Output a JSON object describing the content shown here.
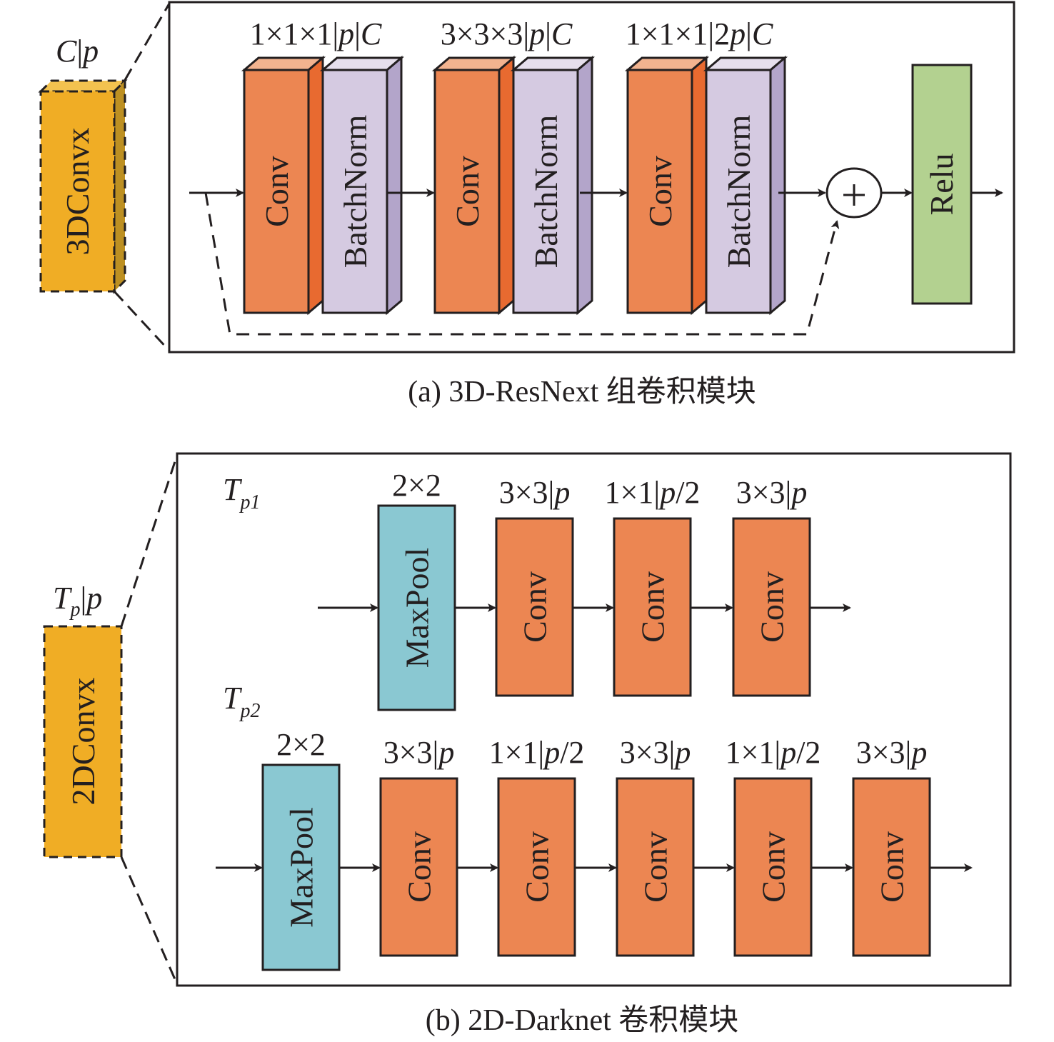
{
  "colors": {
    "stroke": "#231f20",
    "conv_front": "#ec8652",
    "conv_side": "#e86a30",
    "conv_top": "#f2b38f",
    "bn_front": "#d5cae1",
    "bn_side": "#b3a5ca",
    "bn_top": "#e6dfec",
    "relu": "#b3d190",
    "maxpool": "#8ac8d2",
    "convx": "#f0ad25",
    "convx_side": "#bd9022",
    "convx_top": "#f3c24f"
  },
  "panel_a": {
    "module_label": "3DConvx",
    "module_param": {
      "pre": "C",
      "sep": "|",
      "var": "p"
    },
    "groups": [
      {
        "label_parts": [
          "1×1×1|",
          "p",
          "|",
          "C"
        ],
        "conv": "Conv",
        "bn": "BatchNorm"
      },
      {
        "label_parts": [
          "3×3×3|",
          "p",
          "|",
          "C"
        ],
        "conv": "Conv",
        "bn": "BatchNorm"
      },
      {
        "label_parts": [
          "1×1×1|2",
          "p",
          "|",
          "C"
        ],
        "conv": "Conv",
        "bn": "BatchNorm"
      }
    ],
    "add_symbol": "+",
    "relu": "Relu",
    "caption": "(a) 3D-ResNext 组卷积模块"
  },
  "panel_b": {
    "module_label": "2DConvx",
    "module_param": {
      "T": "T",
      "sub": "p",
      "sep": "|",
      "var": "p"
    },
    "rows": [
      {
        "name": {
          "T": "T",
          "sub": "p1"
        },
        "maxpool": {
          "label": "MaxPool",
          "size": "2×2"
        },
        "convs": [
          {
            "label": "Conv",
            "param_pre": "3×3|",
            "param_var": "p",
            "param_post": ""
          },
          {
            "label": "Conv",
            "param_pre": "1×1|",
            "param_var": "p",
            "param_post": "/2"
          },
          {
            "label": "Conv",
            "param_pre": "3×3|",
            "param_var": "p",
            "param_post": ""
          }
        ]
      },
      {
        "name": {
          "T": "T",
          "sub": "p2"
        },
        "maxpool": {
          "label": "MaxPool",
          "size": "2×2"
        },
        "convs": [
          {
            "label": "Conv",
            "param_pre": "3×3|",
            "param_var": "p",
            "param_post": ""
          },
          {
            "label": "Conv",
            "param_pre": "1×1|",
            "param_var": "p",
            "param_post": "/2"
          },
          {
            "label": "Conv",
            "param_pre": "3×3|",
            "param_var": "p",
            "param_post": ""
          },
          {
            "label": "Conv",
            "param_pre": "1×1|",
            "param_var": "p",
            "param_post": "/2"
          },
          {
            "label": "Conv",
            "param_pre": "3×3|",
            "param_var": "p",
            "param_post": ""
          }
        ]
      }
    ],
    "caption": "(b) 2D-Darknet 卷积模块"
  }
}
